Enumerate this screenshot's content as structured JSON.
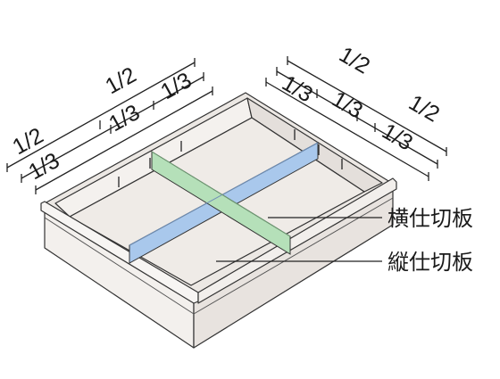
{
  "left_dimensions": {
    "outer_top": "1/2",
    "outer_right": "1/3",
    "inner_left": "1/2",
    "inner_mid": "1/3",
    "lower": "1/3"
  },
  "right_dimensions": {
    "top": "1/2",
    "row2_left": "1/3",
    "row2_mid": "1/3",
    "row2_right": "1/2",
    "row3": "1/3"
  },
  "callouts": {
    "horizontal_divider": "横仕切板",
    "vertical_divider": "縦仕切板"
  },
  "colors": {
    "horizontal_divider": "#a9c8ec",
    "vertical_divider": "#b5e0b9",
    "tray": "#f1eeeb",
    "tray_floor": "#ece8e4",
    "outline": "#333333"
  }
}
